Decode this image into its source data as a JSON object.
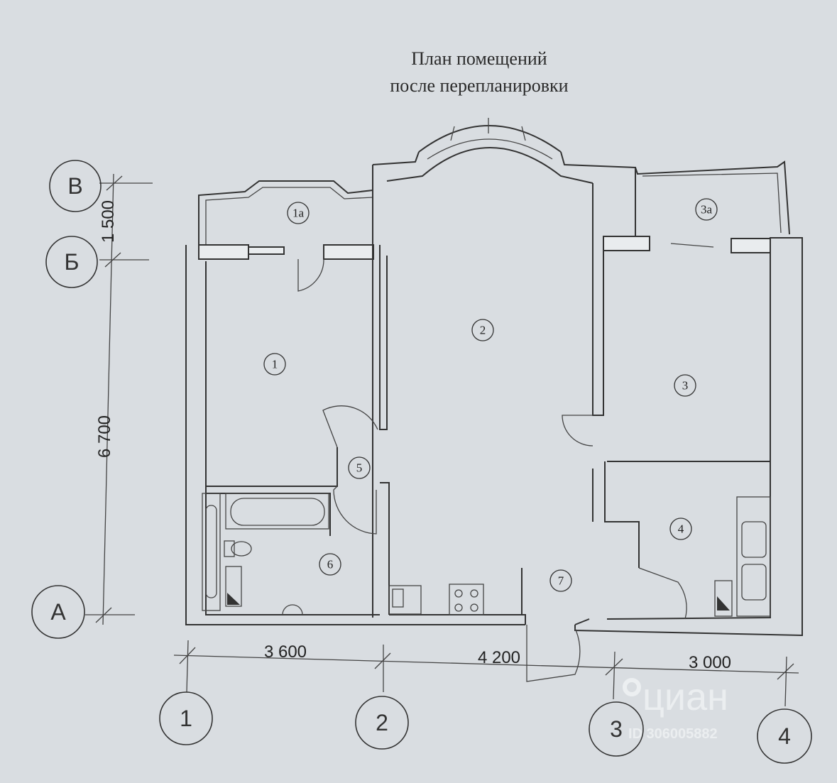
{
  "title": {
    "line1": "План помещений",
    "line2": "после перепланировки"
  },
  "rooms": [
    {
      "id": "1a",
      "label": "1а"
    },
    {
      "id": "2",
      "label": "2"
    },
    {
      "id": "3a",
      "label": "3а"
    },
    {
      "id": "1",
      "label": "1"
    },
    {
      "id": "3",
      "label": "3"
    },
    {
      "id": "5",
      "label": "5"
    },
    {
      "id": "4",
      "label": "4"
    },
    {
      "id": "6",
      "label": "6"
    },
    {
      "id": "7",
      "label": "7"
    }
  ],
  "axes": {
    "rows": [
      "В",
      "Б",
      "А"
    ],
    "columns": [
      "1",
      "2",
      "3",
      "4"
    ]
  },
  "dimensions": {
    "vertical": [
      "1 500",
      "6 700"
    ],
    "horizontal": [
      "3 600",
      "4 200",
      "3 000"
    ]
  },
  "watermark": {
    "brand": "циан",
    "id": "ID 306005882"
  }
}
